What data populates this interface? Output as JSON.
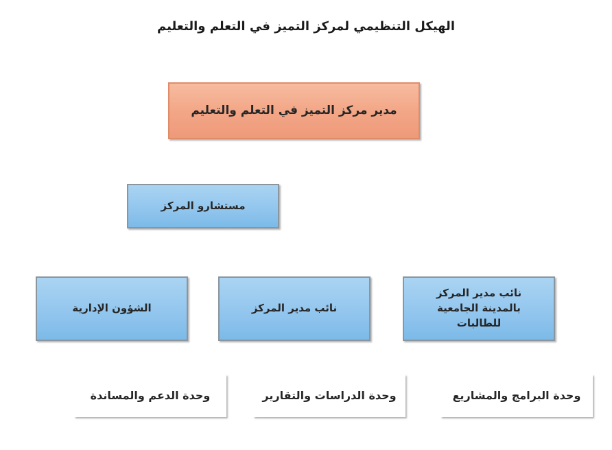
{
  "title": "الهيكل التنظيمي لمركز التميز في التعلم والتعليم",
  "chart_type": "org-chart",
  "colors": {
    "director_fill_top": "#f7bba0",
    "director_fill_bottom": "#ee9a7a",
    "director_border": "#e08c69",
    "blue_fill_top": "#aad4f2",
    "blue_fill_bottom": "#7cbae8",
    "blue_border": "#8a959e",
    "purple_fill_top": "#d1a5cc",
    "purple_fill_bottom": "#c392c0",
    "purple_border": "#93899a",
    "connector_blue": "#1799d6",
    "connector_purple": "#8e2b8e",
    "text": "#262626"
  },
  "nodes": {
    "director": {
      "label": "مدير مركز التميز في التعلم والتعليم"
    },
    "consultants": {
      "label": "مستشارو المركز"
    },
    "admin_affairs": {
      "label": "الشؤون الإدارية"
    },
    "deputy_director": {
      "label": "نائب مدير المركز"
    },
    "deputy_director_women": {
      "label": "نائب مدير المركز بالمدينة الجامعية للطالبات"
    },
    "support_unit": {
      "label": "وحدة الدعم والمساندة"
    },
    "studies_unit": {
      "label": "وحدة الدراسات والتقارير"
    },
    "programs_unit": {
      "label": "وحدة البرامج والمشاريع"
    }
  },
  "hierarchy": {
    "root": "director",
    "staff": [
      "consultants"
    ],
    "level2": [
      "admin_affairs",
      "deputy_director",
      "deputy_director_women"
    ],
    "level3": {
      "admin_affairs": "support_unit",
      "deputy_director": "studies_unit",
      "deputy_director_women": "programs_unit"
    }
  }
}
